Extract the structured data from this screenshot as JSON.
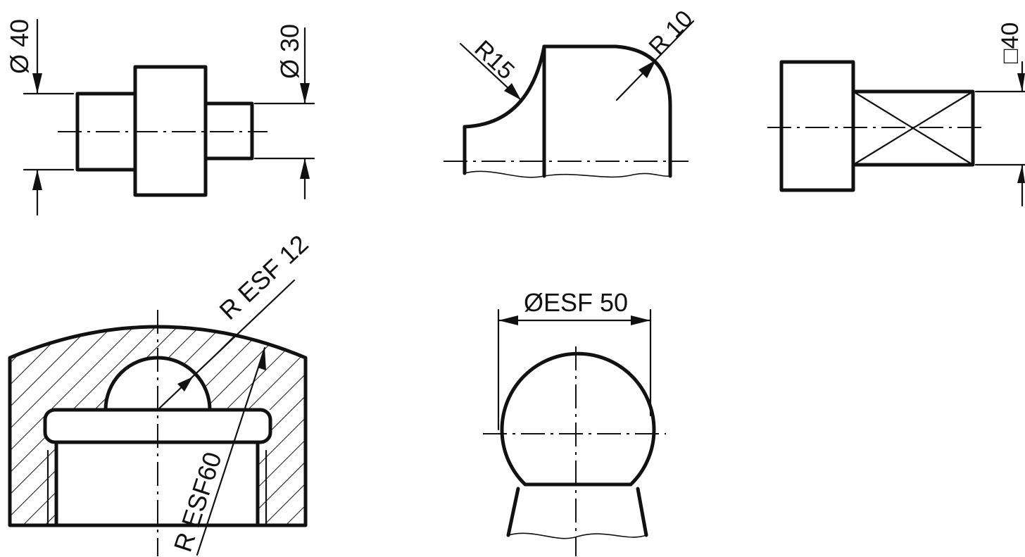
{
  "colors": {
    "ink": "#111111",
    "paper": "#ffffff"
  },
  "views": {
    "stepped_shaft": {
      "dim_left": "Ø 40",
      "dim_right": "Ø 30"
    },
    "radius_block": {
      "dim_r15": "R15",
      "dim_r10": "R 10"
    },
    "square_shaft": {
      "dim_square": "□40"
    },
    "spherical_cap": {
      "dim_inner": "R ESF 12",
      "dim_outer": "R ESF60"
    },
    "ball_end": {
      "dim_diameter": "ØESF 50"
    }
  }
}
